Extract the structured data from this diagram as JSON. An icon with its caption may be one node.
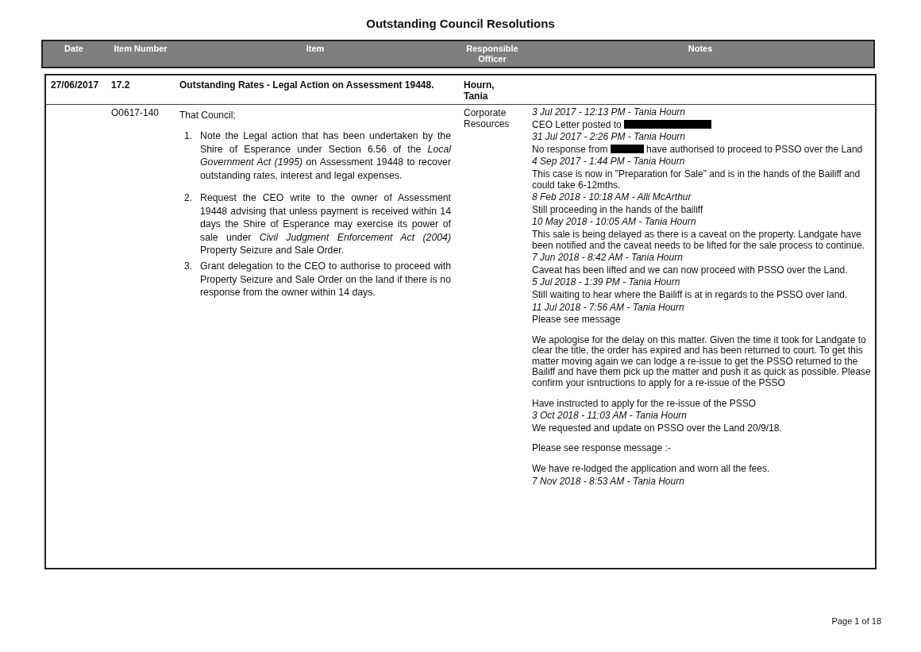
{
  "diagram": {
    "title": "Outstanding Council Resolutions",
    "labels": [
      "Date",
      "Item Number",
      "Item",
      "Responsible Officer",
      "Notes",
      "27/06/2017",
      "17.2",
      "Outstanding Rates - Legal Action on Assessment 19448.",
      "Hourn, Tania",
      "O0617-140",
      "That Council;",
      "1.",
      "Note the Legal action that has been undertaken by the Shire of Esperance under Section 6.56 of the *Local Government Act (1995)* on Assessment 19448 to recover outstanding rates, interest and legal expenses.",
      "2.",
      "Request the CEO write to the owner of Assessment 19448 advising that unless payment is received within 14 days the Shire of Esperance may exercise its power of sale under *Civil Judgment Enforcement Act (2004)* Property Seizure and Sale Order.",
      "3.",
      "Grant delegation to the CEO to authorise to proceed with Property Seizure and Sale Order on the land if there is no response from the owner within 14 days.",
      "Corporate Resources",
      "3 Jul 2017 - 12:13 PM - Tania Hourn",
      "CEO Letter posted to",
      "31 Jul 2017 - 2:26 PM - Tania Hourn",
      "No response from",
      "have authorised to proceed to PSSO over the Land",
      "4 Sep 2017 - 1:44 PM - Tania Hourn",
      "This case is now in \"Preparation for Sale\" and is in the hands of the Bailiff and could take 6-12mths.",
      "8 Feb 2018 - 10:18 AM - Alli McArthur",
      "Still proceeding in the hands of the bailiff",
      "10 May 2018 - 10:05 AM - Tania Hourn",
      "This sale is being delayed as there is a caveat on the property. Landgate have been notified and the caveat needs to be lifted for the sale process to continue.",
      "7 Jun 2018 - 8:42 AM - Tania Hourn",
      "Caveat has been lifted and we can now proceed with PSSO over the Land.",
      "5 Jul 2018 - 1:39 PM - Tania Hourn",
      "Still waiting to hear where the Bailiff is at in regards to the PSSO over land.",
      "11 Jul 2018 - 7:56 AM - Tania Hourn",
      "Please see message",
      "We apologise for the delay on this matter. Given the time it took for Landgate to clear the title, the order has expired and has been returned to court. To get this matter moving again we can lodge a re-issue to get the PSSO returned to the Bailiff and have them pick up the matter and push it as quick as possible. Please confirm your isntructions to apply for a re-issue of the PSSO",
      "Have instructed to apply for the re-issue of the PSSO",
      "3 Oct 2018 - 11:03 AM - Tania Hourn",
      "We requested and update on PSSO over the Land 20/9/18.",
      "Please see response message :-",
      "We have re-lodged the application and worn all the fees.",
      "7 Nov 2018 - 8:53 AM - Tania Hourn",
      "Page 1 of 18"
    ]
  }
}
